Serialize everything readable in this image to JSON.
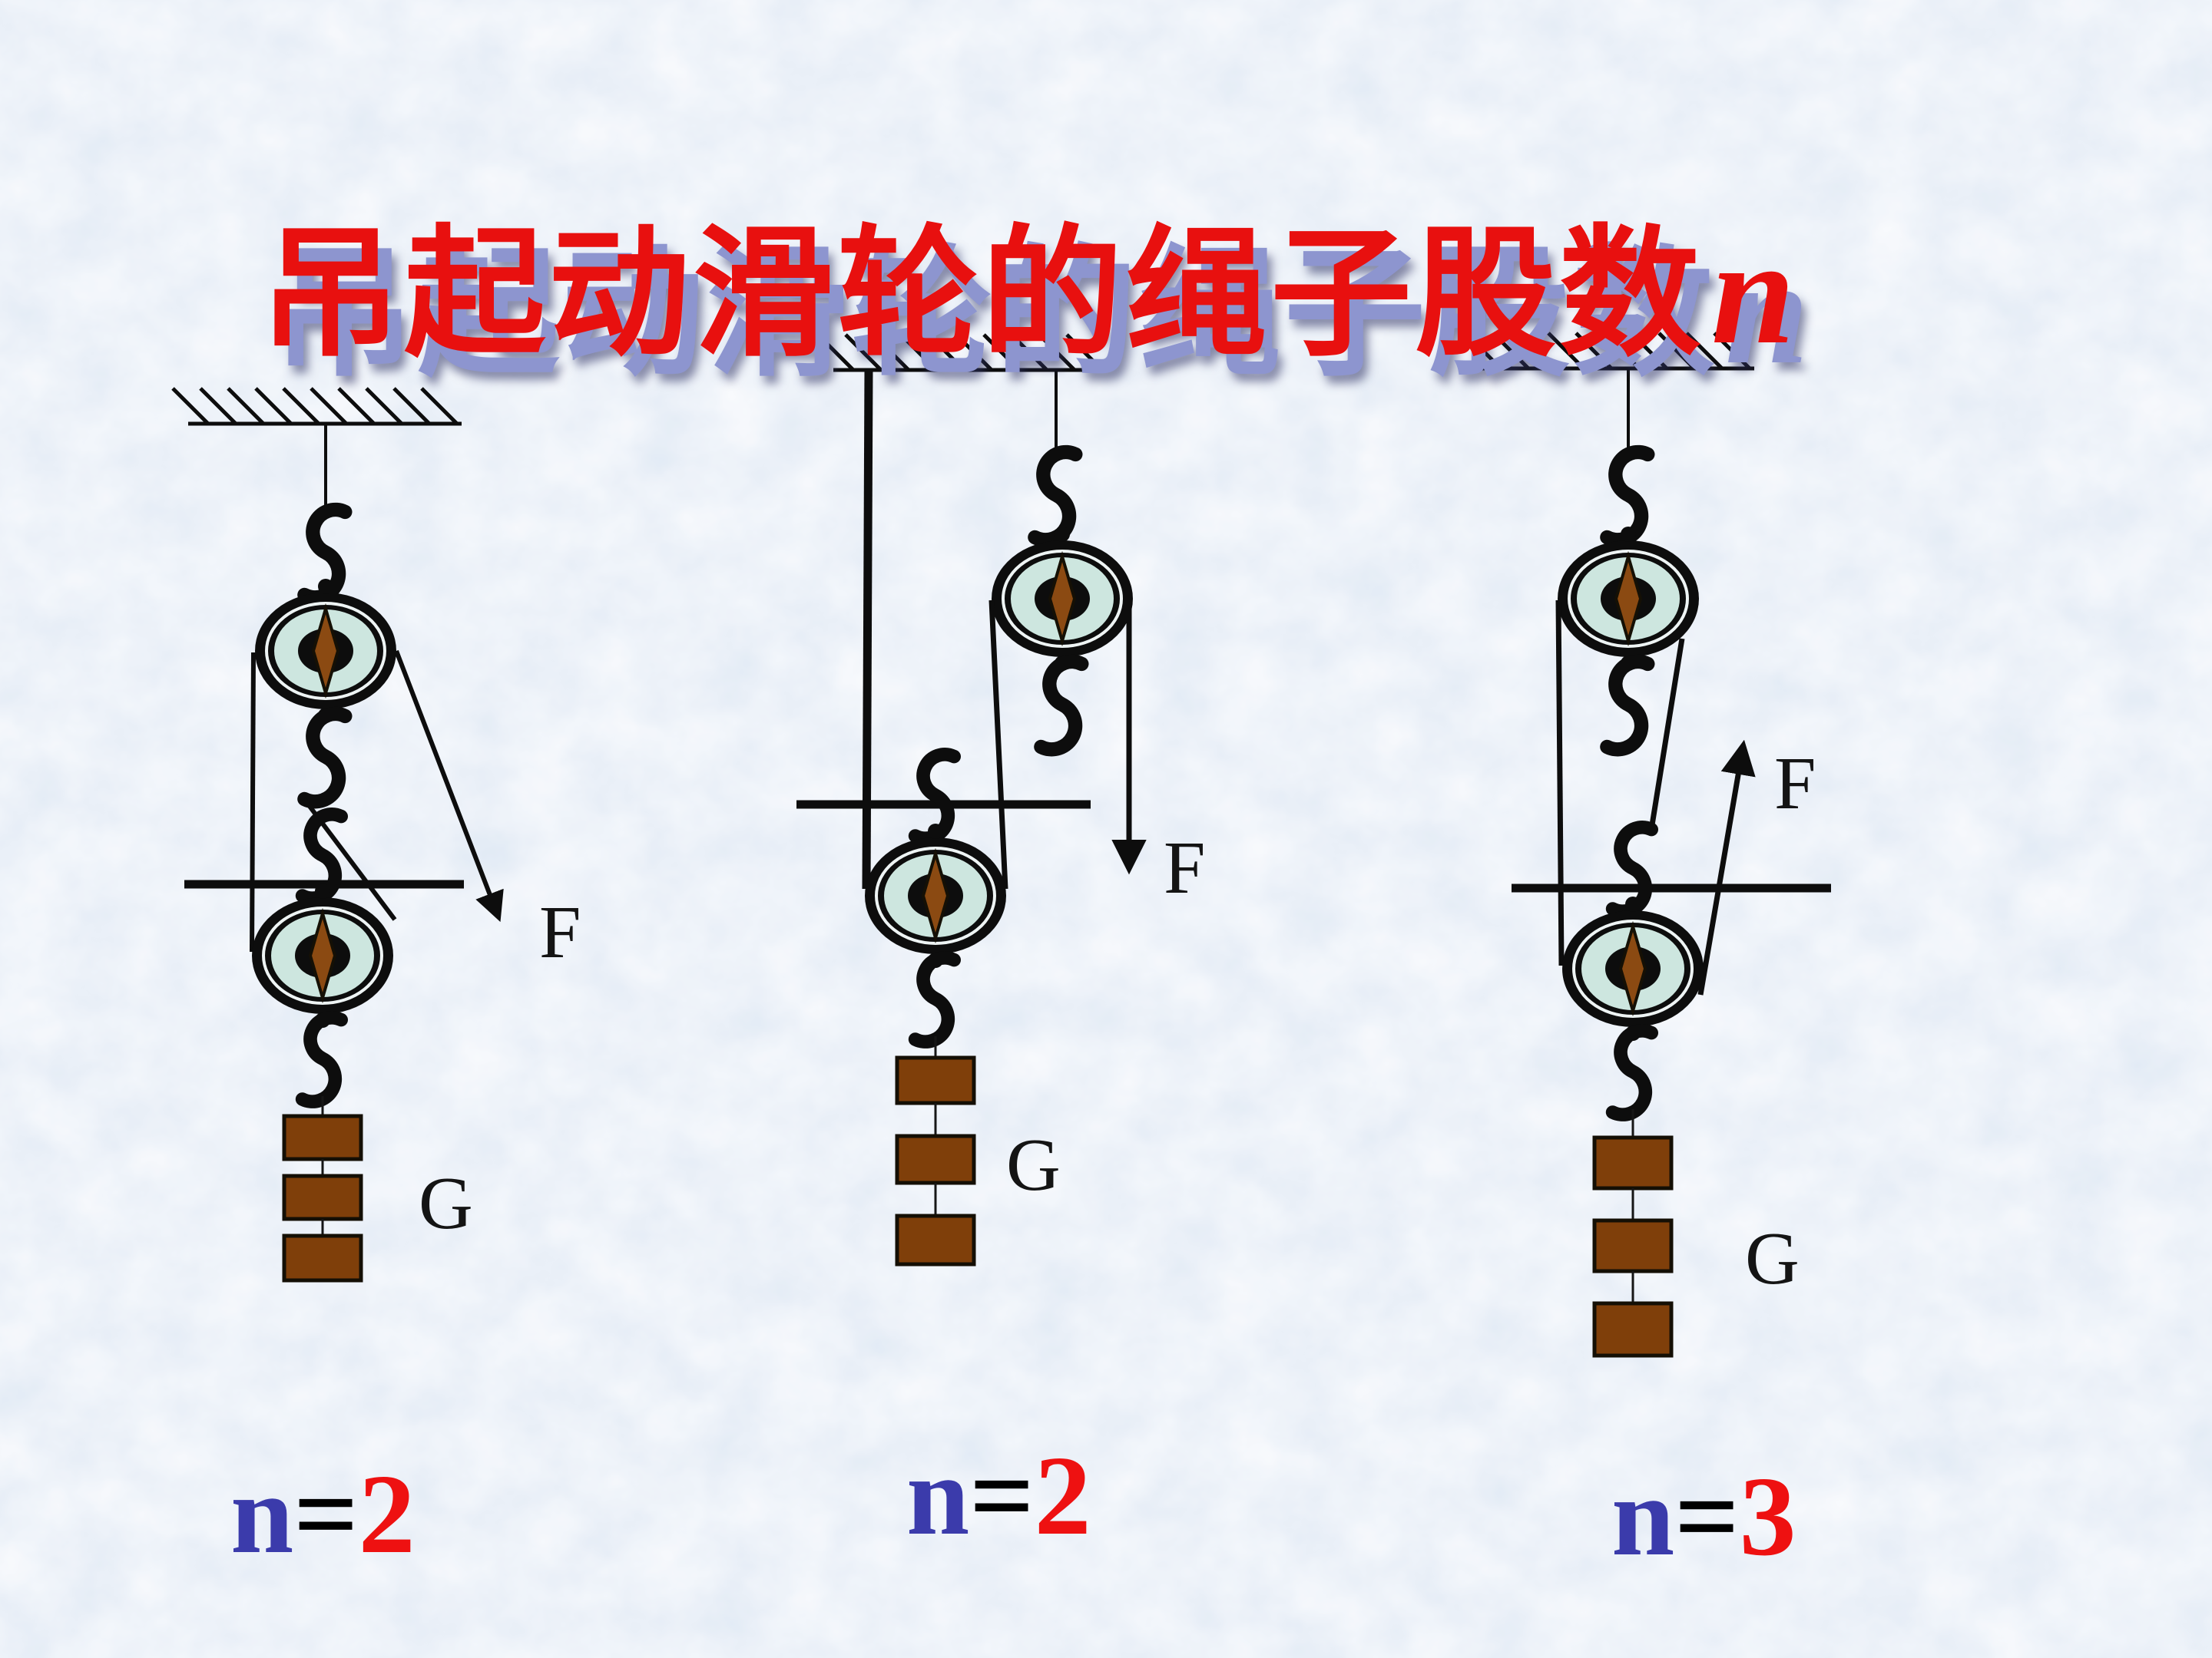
{
  "slide": {
    "title": {
      "main": "吊起动滑轮的绳子股数",
      "variable": "n"
    },
    "colors": {
      "background": "#d7e2f1",
      "title_red": "#e8100f",
      "title_shadow_purple": "#8d95cf",
      "count_var_blue": "#3b3bab",
      "count_value_red": "#ee1111",
      "pulley_disc": "#cde6df",
      "axle_brown": "#8b4a12",
      "weight_brown": "#7f3f0a",
      "line_black": "#0d0d0d"
    },
    "diagrams": [
      {
        "position": "left",
        "force_label": "F",
        "weight_label": "G",
        "count": {
          "var": "n",
          "eq": "=",
          "value": "2"
        },
        "figure": {
          "pulleys": [
            "fixed",
            "movable"
          ],
          "weight_blocks": 3,
          "force_direction": "down-right",
          "strands_on_movable": 2
        }
      },
      {
        "position": "middle",
        "force_label": "F",
        "weight_label": "G",
        "count": {
          "var": "n",
          "eq": "=",
          "value": "2"
        },
        "figure": {
          "pulleys": [
            "fixed",
            "movable"
          ],
          "weight_blocks": 3,
          "force_direction": "down",
          "strands_on_movable": 2
        }
      },
      {
        "position": "right",
        "force_label": "F",
        "weight_label": "G",
        "count": {
          "var": "n",
          "eq": "=",
          "value": "3"
        },
        "figure": {
          "pulleys": [
            "fixed",
            "movable"
          ],
          "weight_blocks": 3,
          "force_direction": "up-right",
          "strands_on_movable": 3
        }
      }
    ]
  }
}
